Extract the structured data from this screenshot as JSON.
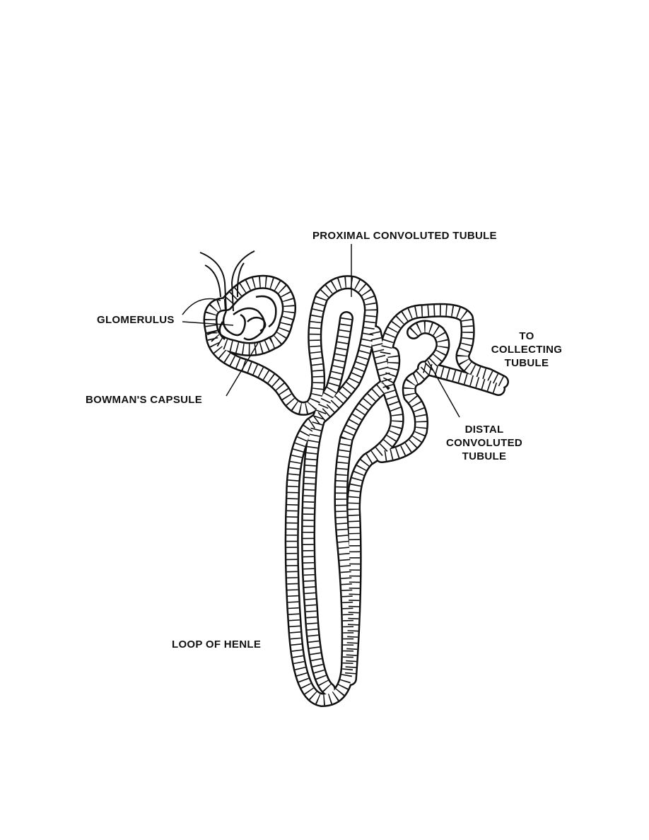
{
  "labels": {
    "proximal": "PROXIMAL CONVOLUTED TUBULE",
    "glomerulus": "GLOMERULUS",
    "bowmans": "BOWMAN'S CAPSULE",
    "collecting": [
      "TO",
      "COLLECTING",
      "TUBULE"
    ],
    "distal": [
      "DISTAL",
      "CONVOLUTED",
      "TUBULE"
    ],
    "loop": "LOOP OF HENLE"
  }
}
